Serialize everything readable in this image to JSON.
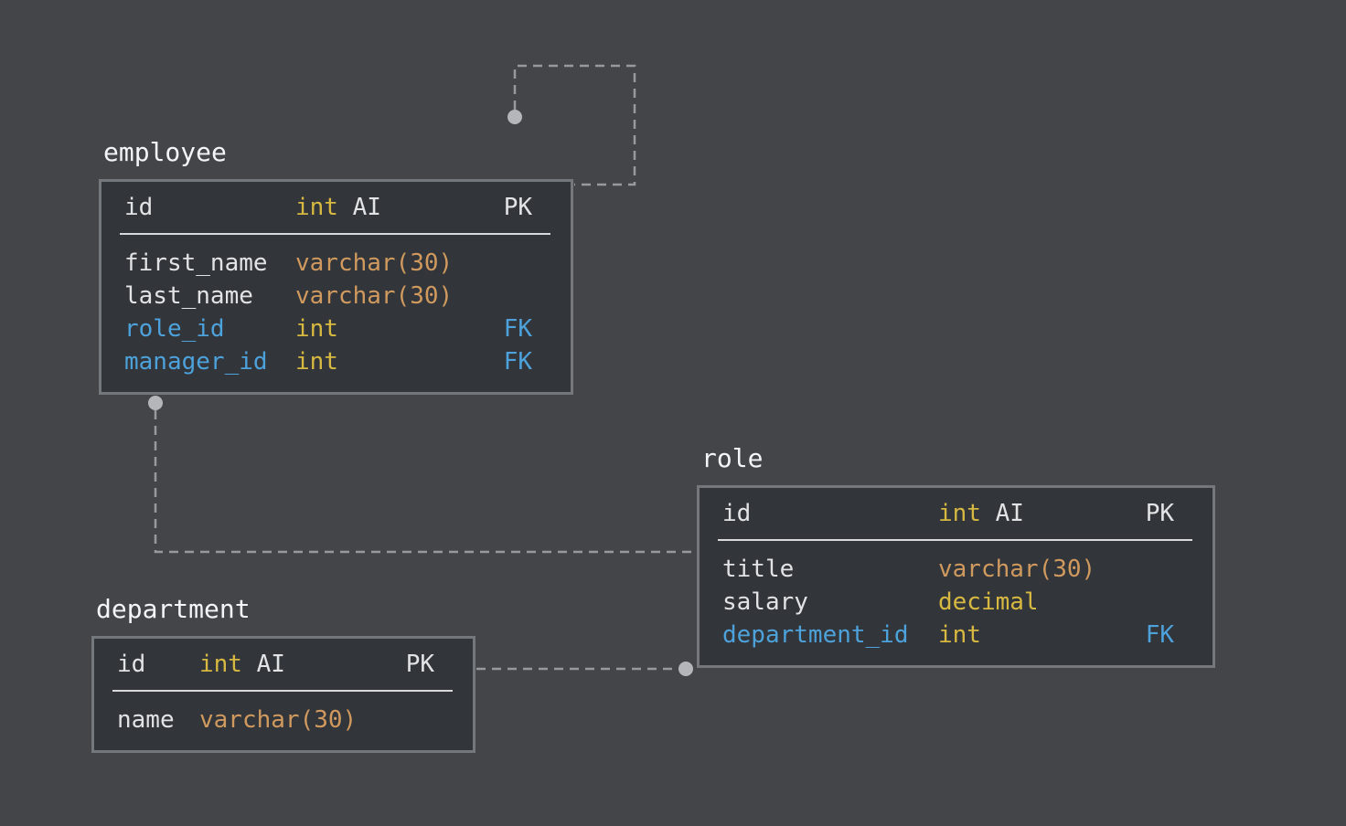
{
  "colors": {
    "canvas_background": "#434549",
    "table_fill": "#323539",
    "table_border": "#74777c",
    "title_text": "#f4f5f6",
    "column_text": "#e2e3e5",
    "numeric_type": "#d7b941",
    "string_type": "#d09a5f",
    "foreign_key": "#4da2db",
    "relation_line": "#97999d",
    "endpoint_dot": "#b4b6ba",
    "header_divider": "#d8d9db"
  },
  "tables": {
    "employee": {
      "title": "employee",
      "header": {
        "name": "id",
        "type": "int",
        "attr": "AI",
        "key": "PK"
      },
      "rows": [
        {
          "name": "first_name",
          "type": "varchar(30)",
          "key": ""
        },
        {
          "name": "last_name",
          "type": "varchar(30)",
          "key": ""
        },
        {
          "name": "role_id",
          "type": "int",
          "key": "FK"
        },
        {
          "name": "manager_id",
          "type": "int",
          "key": "FK"
        }
      ]
    },
    "role": {
      "title": "role",
      "header": {
        "name": "id",
        "type": "int",
        "attr": "AI",
        "key": "PK"
      },
      "rows": [
        {
          "name": "title",
          "type": "varchar(30)",
          "key": ""
        },
        {
          "name": "salary",
          "type": "decimal",
          "key": ""
        },
        {
          "name": "department_id",
          "type": "int",
          "key": "FK"
        }
      ]
    },
    "department": {
      "title": "department",
      "header": {
        "name": "id",
        "type": "int",
        "attr": "AI",
        "key": "PK"
      },
      "rows": [
        {
          "name": "name",
          "type": "varchar(30)",
          "key": ""
        }
      ]
    }
  },
  "relations": [
    {
      "id": "employee-manager-self",
      "from": "employee.manager_id",
      "to": "employee.id",
      "style": "dashed"
    },
    {
      "id": "employee-role",
      "from": "employee.role_id",
      "to": "role.id",
      "style": "dashed"
    },
    {
      "id": "role-department",
      "from": "role.department_id",
      "to": "department.id",
      "style": "dashed"
    }
  ]
}
